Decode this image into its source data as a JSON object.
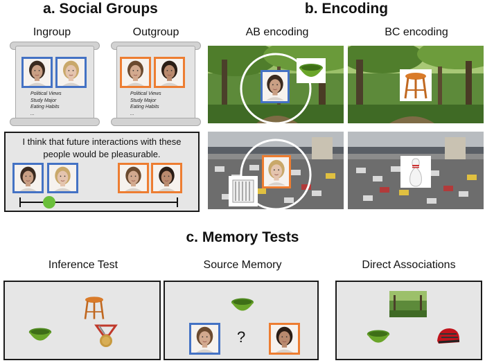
{
  "sections": {
    "social_groups": {
      "title": "a. Social Groups",
      "ingroup_label": "Ingroup",
      "outgroup_label": "Outgroup",
      "scroll_items": [
        "Political Views",
        "Study Major",
        "Eating Habits",
        "..."
      ],
      "question": "I think that future interactions with these people would be pleasurable."
    },
    "encoding": {
      "title": "b. Encoding",
      "ab_label": "AB encoding",
      "bc_label": "BC encoding"
    },
    "memory_tests": {
      "title": "c. Memory Tests",
      "inference_label": "Inference Test",
      "source_label": "Source Memory",
      "direct_label": "Direct Associations",
      "question_mark": "?"
    }
  },
  "colors": {
    "ingroup": "#4472c4",
    "outgroup": "#ed7d31",
    "slider_knob": "#6abf3b",
    "panel_bg": "#e6e6e6"
  },
  "icons": [
    "face-portrait",
    "green-bowl",
    "wooden-stool",
    "radiator",
    "bowling-pin",
    "medal",
    "bike-helmet",
    "forest-scene",
    "traffic-scene"
  ],
  "slider": {
    "value": 0.16
  }
}
